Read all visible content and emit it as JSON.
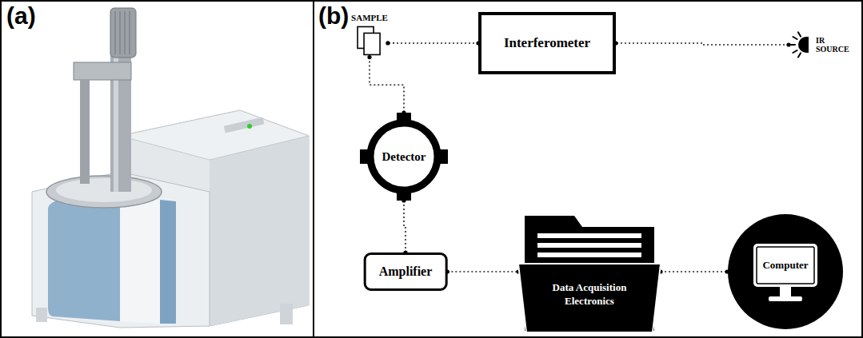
{
  "diagram": {
    "nodes": [
      {
        "text": [
          "SAMPLE"
        ]
      },
      {
        "text": [
          "Interferometer"
        ]
      },
      {
        "text": [
          "IR SOURCE"
        ]
      },
      {
        "text": [
          "Detector"
        ]
      },
      {
        "text": [
          "Amplifier"
        ]
      },
      {
        "text": [
          "Data Acquisition Electronics"
        ]
      },
      {
        "text": [
          "Computer"
        ]
      }
    ],
    "edges": [
      {
        "from": 2,
        "to": 1,
        "arrow": "none"
      },
      {
        "from": 1,
        "to": 0,
        "arrow": "none"
      },
      {
        "from": 0,
        "to": 3,
        "arrow": "none"
      },
      {
        "from": 3,
        "to": 4,
        "arrow": "none"
      },
      {
        "from": 4,
        "to": 5,
        "arrow": "none"
      },
      {
        "from": 5,
        "to": 6,
        "arrow": "none"
      }
    ],
    "labels": [
      "(a)",
      "(b)"
    ]
  }
}
